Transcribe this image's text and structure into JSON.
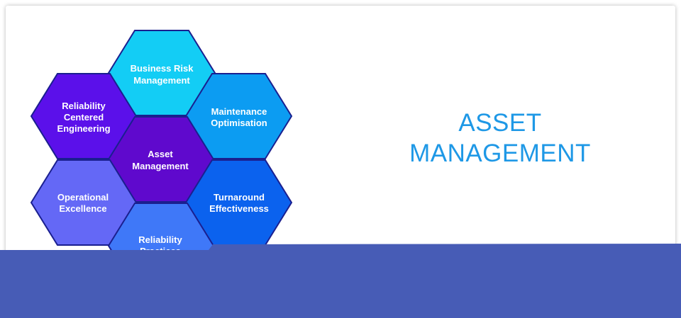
{
  "title": {
    "line1": "ASSET",
    "line2": "MANAGEMENT",
    "color": "#1e98e6"
  },
  "hexagons": {
    "business_risk": {
      "line1": "Business Risk",
      "line2": "Management",
      "color": "#13cdf5"
    },
    "rcm": {
      "line1": "Reliability",
      "line2": "Centered",
      "line3": "Engineering",
      "color": "#5b10ea"
    },
    "maintenance": {
      "line1": "Maintenance",
      "line2": "Optimisation",
      "color": "#0c9cf2"
    },
    "asset_mgmt": {
      "line1": "Asset",
      "line2": "Management",
      "color": "#5f09cd"
    },
    "operational": {
      "line1": "Operational",
      "line2": "Excellence",
      "color": "#6468f6"
    },
    "turnaround": {
      "line1": "Turnaround",
      "line2": "Effectiveness",
      "color": "#0b62ee"
    },
    "reliability_practices": {
      "line1": "Reliability",
      "line2": "Practices",
      "color": "#3f78f8"
    }
  },
  "footer_band": {
    "color": "#475cb6"
  }
}
